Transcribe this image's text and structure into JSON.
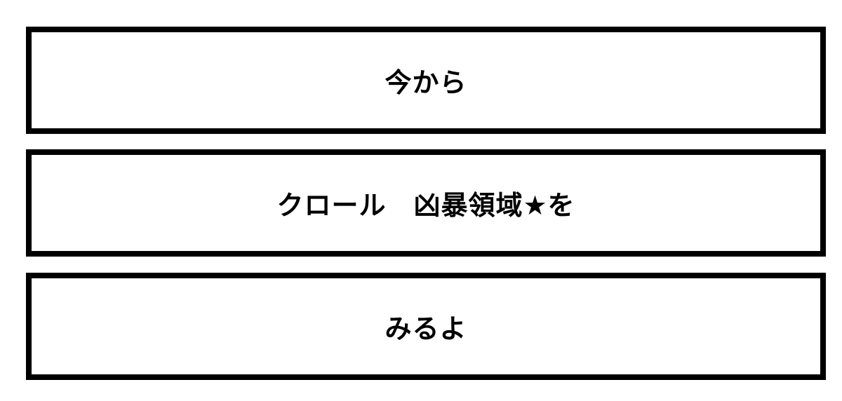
{
  "panels": [
    {
      "text": "今から"
    },
    {
      "text": "クロール　凶暴領域★を"
    },
    {
      "text": "みるよ"
    }
  ],
  "colors": {
    "border": "#000000",
    "background": "#ffffff",
    "text": "#000000"
  }
}
